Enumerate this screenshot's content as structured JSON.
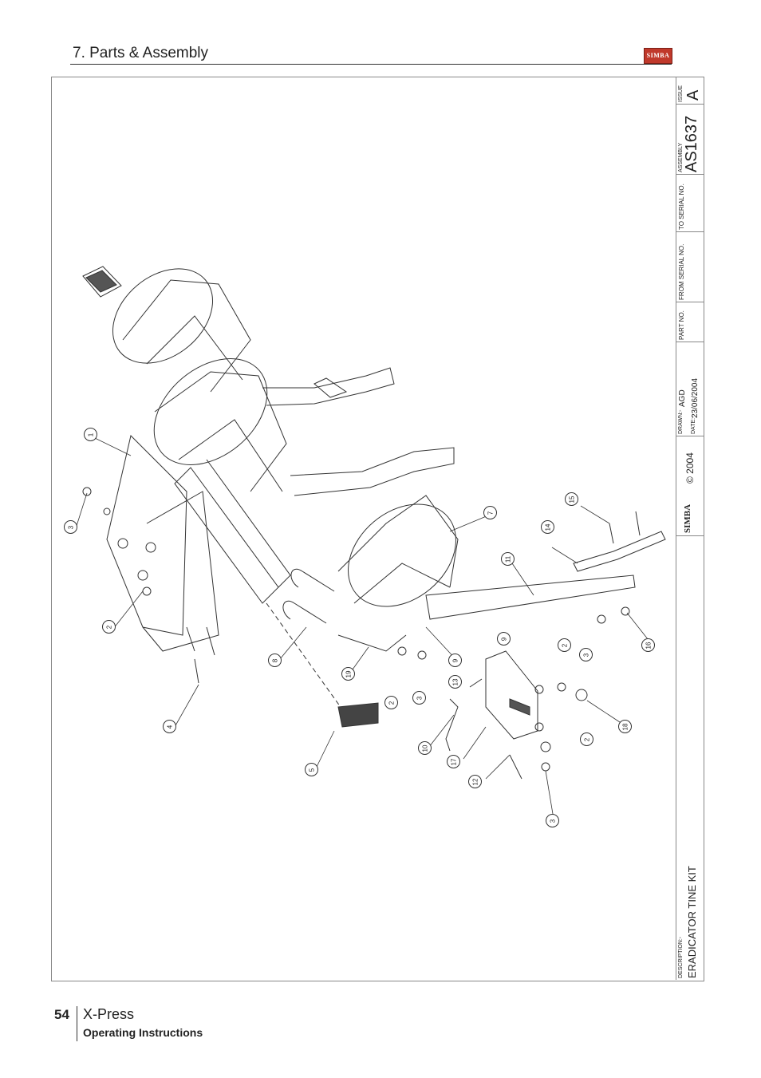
{
  "header": {
    "section_title": "7. Parts & Assembly",
    "logo_text": "SIMBA",
    "brand_color": "#c0392b"
  },
  "title_block": {
    "issue_label": "ISSUE",
    "issue_value": "A",
    "assembly_label": "ASSEMBLY",
    "assembly_value": "AS1637",
    "to_serial_label": "TO SERIAL NO.",
    "from_serial_label": "FROM SERIAL NO.",
    "part_no_label": "PART NO.",
    "drawn_label": "DRAWN:-",
    "drawn_value": "AGD",
    "date_label": "DATE:-",
    "date_value": "23/06/2004",
    "copyright": "© 2004",
    "logo_text": "SIMBA",
    "description_label": "DESCRIPTION:-",
    "description_value": "ERADICATOR TINE KIT"
  },
  "callouts": [
    "1",
    "2",
    "3",
    "4",
    "5",
    "7",
    "8",
    "9",
    "10",
    "11",
    "12",
    "13",
    "14",
    "15",
    "16",
    "17",
    "18",
    "19",
    "2",
    "2",
    "3",
    "3",
    "2",
    "9",
    "3"
  ],
  "footer": {
    "page_number": "54",
    "product": "X-Press",
    "subtitle": "Operating Instructions"
  }
}
